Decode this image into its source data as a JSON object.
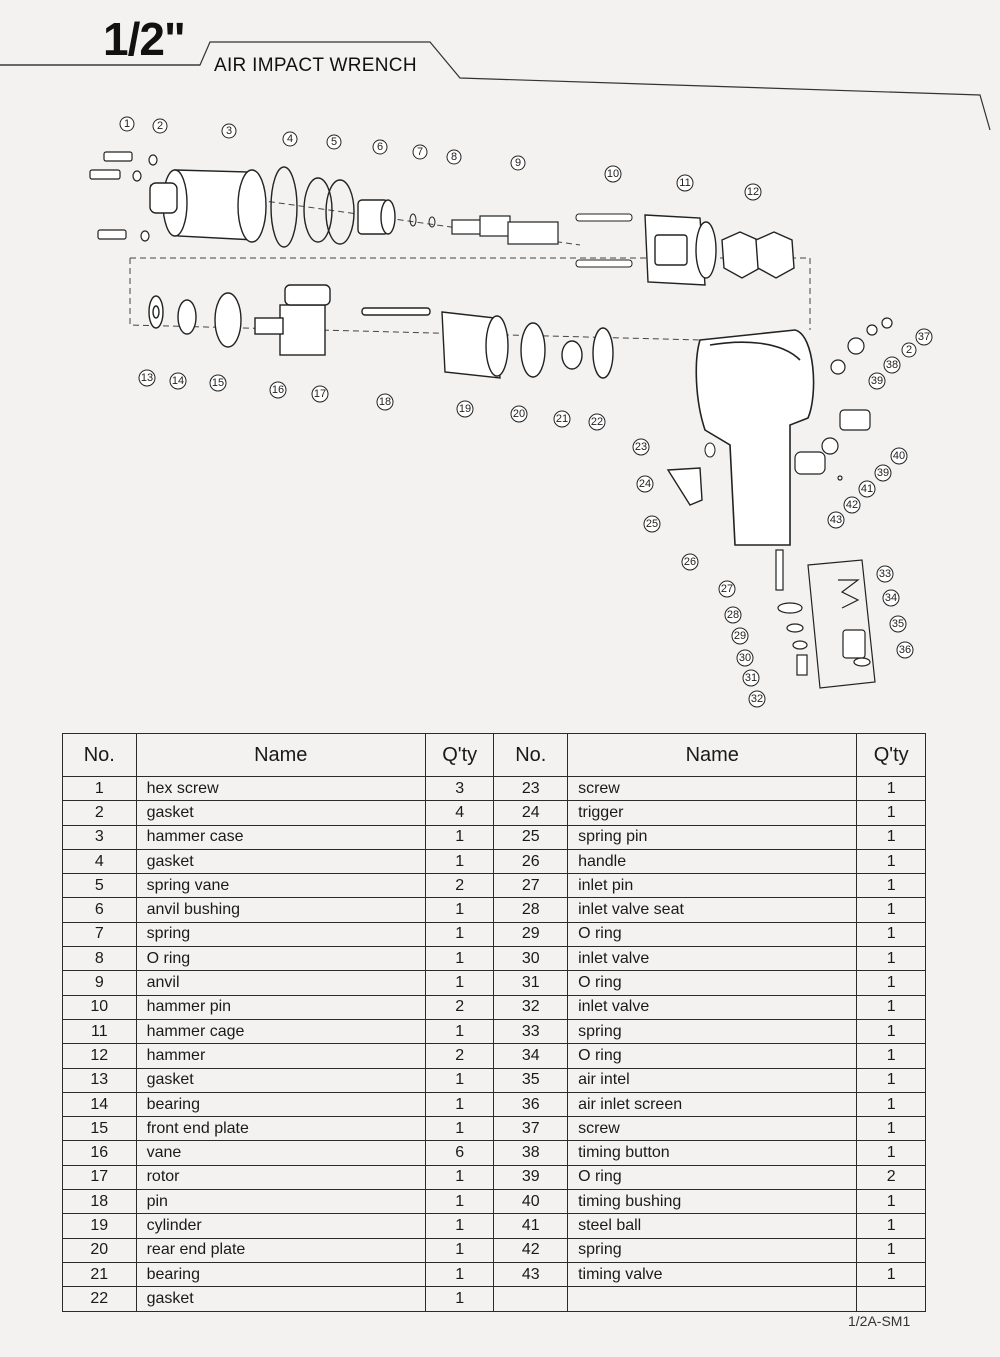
{
  "header": {
    "size": "1/2\"",
    "title": "AIR IMPACT WRENCH"
  },
  "table": {
    "headers": [
      "No.",
      "Name",
      "Q'ty"
    ],
    "left": [
      {
        "no": "1",
        "name": "hex screw",
        "qty": "3"
      },
      {
        "no": "2",
        "name": "gasket",
        "qty": "4"
      },
      {
        "no": "3",
        "name": "hammer case",
        "qty": "1"
      },
      {
        "no": "4",
        "name": "gasket",
        "qty": "1"
      },
      {
        "no": "5",
        "name": "spring vane",
        "qty": "2"
      },
      {
        "no": "6",
        "name": "anvil bushing",
        "qty": "1"
      },
      {
        "no": "7",
        "name": "spring",
        "qty": "1"
      },
      {
        "no": "8",
        "name": "O ring",
        "qty": "1"
      },
      {
        "no": "9",
        "name": "anvil",
        "qty": "1"
      },
      {
        "no": "10",
        "name": "hammer pin",
        "qty": "2"
      },
      {
        "no": "11",
        "name": "hammer cage",
        "qty": "1"
      },
      {
        "no": "12",
        "name": "hammer",
        "qty": "2"
      },
      {
        "no": "13",
        "name": "gasket",
        "qty": "1"
      },
      {
        "no": "14",
        "name": "bearing",
        "qty": "1"
      },
      {
        "no": "15",
        "name": "front end plate",
        "qty": "1"
      },
      {
        "no": "16",
        "name": "vane",
        "qty": "6"
      },
      {
        "no": "17",
        "name": "rotor",
        "qty": "1"
      },
      {
        "no": "18",
        "name": "pin",
        "qty": "1"
      },
      {
        "no": "19",
        "name": "cylinder",
        "qty": "1"
      },
      {
        "no": "20",
        "name": "rear end plate",
        "qty": "1"
      },
      {
        "no": "21",
        "name": "bearing",
        "qty": "1"
      },
      {
        "no": "22",
        "name": "gasket",
        "qty": "1"
      }
    ],
    "right": [
      {
        "no": "23",
        "name": "screw",
        "qty": "1"
      },
      {
        "no": "24",
        "name": "trigger",
        "qty": "1"
      },
      {
        "no": "25",
        "name": "spring pin",
        "qty": "1"
      },
      {
        "no": "26",
        "name": "handle",
        "qty": "1"
      },
      {
        "no": "27",
        "name": "inlet pin",
        "qty": "1"
      },
      {
        "no": "28",
        "name": "inlet valve seat",
        "qty": "1"
      },
      {
        "no": "29",
        "name": "O ring",
        "qty": "1"
      },
      {
        "no": "30",
        "name": "inlet valve",
        "qty": "1"
      },
      {
        "no": "31",
        "name": "O ring",
        "qty": "1"
      },
      {
        "no": "32",
        "name": "inlet valve",
        "qty": "1"
      },
      {
        "no": "33",
        "name": "spring",
        "qty": "1"
      },
      {
        "no": "34",
        "name": "O ring",
        "qty": "1"
      },
      {
        "no": "35",
        "name": "air intel",
        "qty": "1"
      },
      {
        "no": "36",
        "name": "air inlet screen",
        "qty": "1"
      },
      {
        "no": "37",
        "name": "screw",
        "qty": "1"
      },
      {
        "no": "38",
        "name": "timing button",
        "qty": "1"
      },
      {
        "no": "39",
        "name": "O ring",
        "qty": "2"
      },
      {
        "no": "40",
        "name": "timing bushing",
        "qty": "1"
      },
      {
        "no": "41",
        "name": "steel ball",
        "qty": "1"
      },
      {
        "no": "42",
        "name": "spring",
        "qty": "1"
      },
      {
        "no": "43",
        "name": "timing valve",
        "qty": "1"
      },
      {
        "no": "",
        "name": "",
        "qty": ""
      }
    ]
  },
  "footer": {
    "code": "1/2A-SM1"
  }
}
